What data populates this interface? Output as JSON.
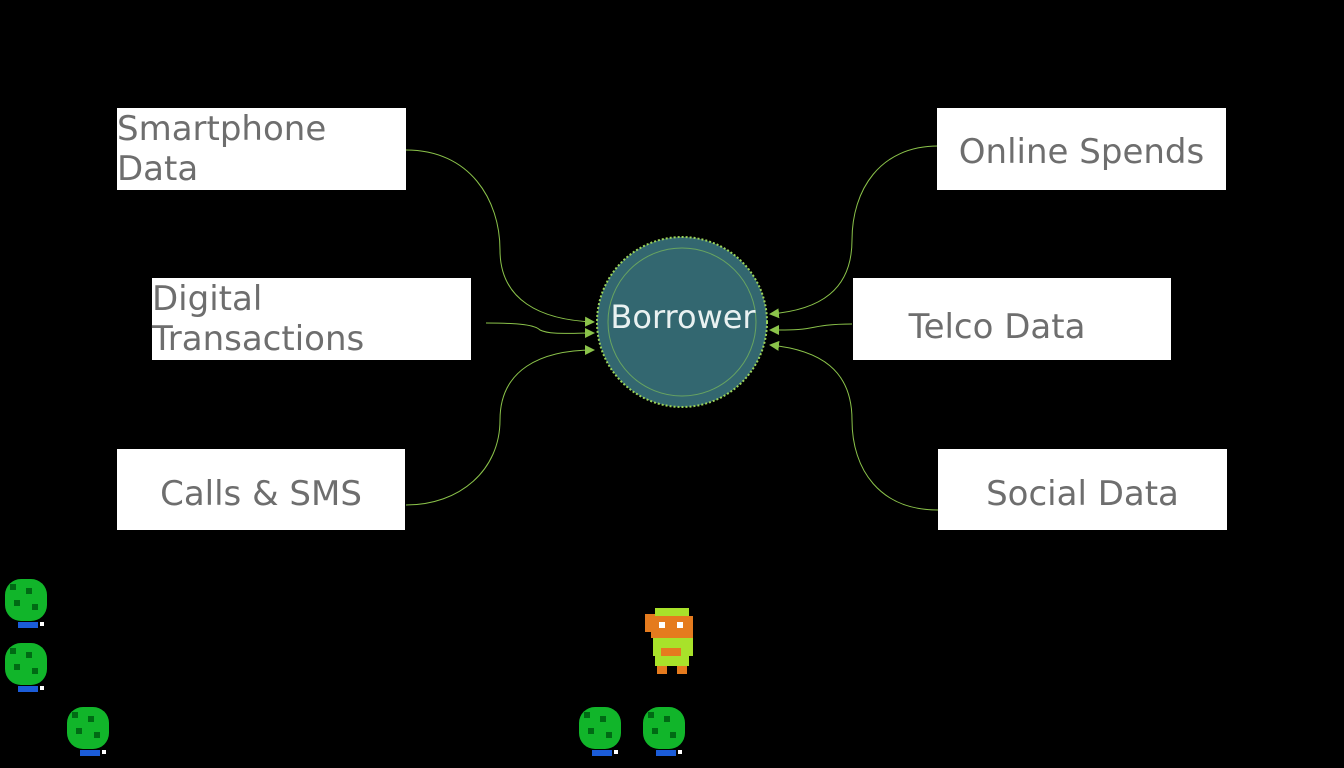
{
  "hub": {
    "label": "Borrower"
  },
  "sources": {
    "smartphone": "Smartphone Data",
    "digital": "Digital Transactions",
    "calls": "Calls & SMS",
    "online": "Online Spends",
    "telco": "Telco Data",
    "social": "Social Data"
  },
  "colors": {
    "background": "#000000",
    "box": "#ffffff",
    "box_text": "#6e6e6e",
    "hub_fill": "#336770",
    "connector": "#8bc34a",
    "bush": "#11b52a",
    "hero": "#e57b1e"
  },
  "sprites": {
    "bush": "bush-sprite",
    "hero": "hero-sprite"
  }
}
